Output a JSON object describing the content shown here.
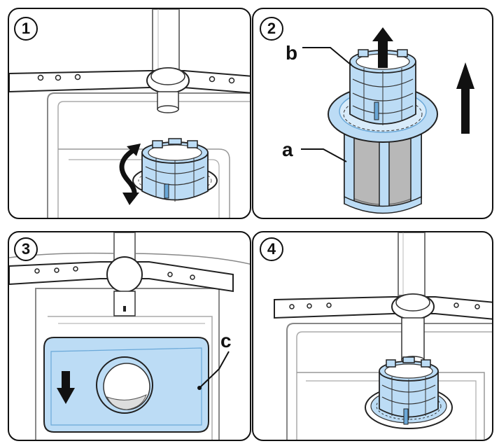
{
  "steps": [
    {
      "number": "1"
    },
    {
      "number": "2"
    },
    {
      "number": "3"
    },
    {
      "number": "4"
    }
  ],
  "labels": {
    "a": "a",
    "b": "b",
    "c": "c"
  },
  "colors": {
    "filter_blue": "#bcdcf5",
    "filter_blue_dark": "#6aa8d8",
    "line": "#1a1a1a",
    "gray_line": "#888888",
    "mesh_gray": "#9a9a9a",
    "arrow": "#111111"
  }
}
